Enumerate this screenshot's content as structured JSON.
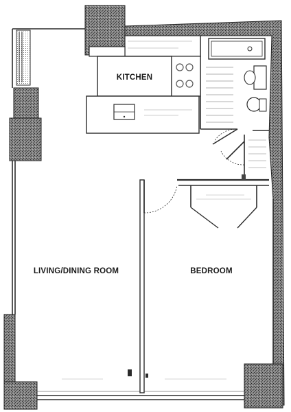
{
  "plan": {
    "rooms": {
      "kitchen": "KITCHEN",
      "living_dining": "LIVING/DINING ROOM",
      "bedroom": "BEDROOM"
    }
  },
  "colors": {
    "wall": "#1f1f1f",
    "wall_fill": "#6f6f6f",
    "line": "#2b2b2b",
    "fixture": "#555555",
    "background": "#ffffff"
  }
}
